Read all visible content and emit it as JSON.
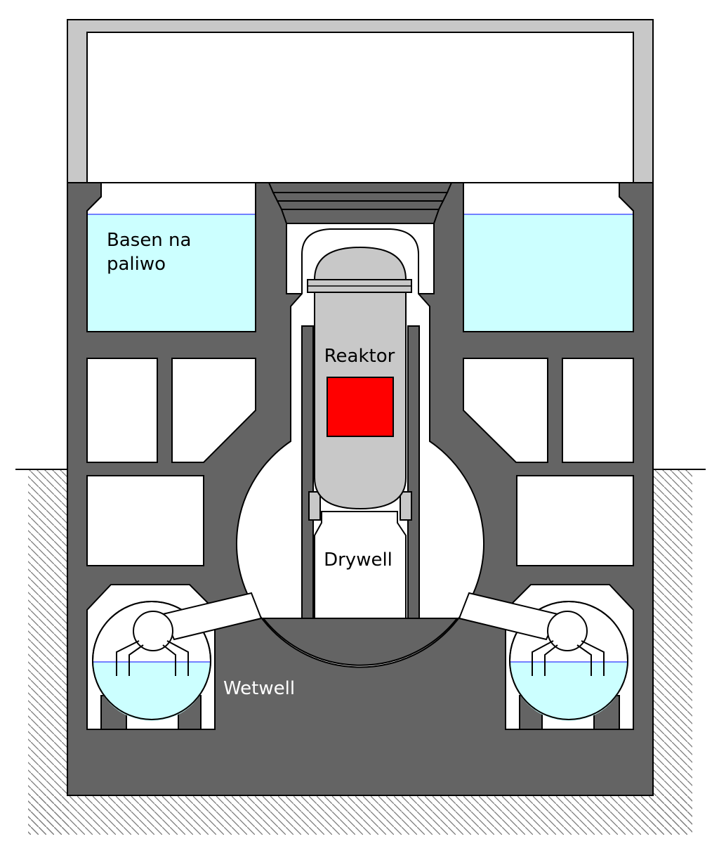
{
  "labels": {
    "fuel_pool": [
      "Basen na",
      "paliwo"
    ],
    "reactor": "Reaktor",
    "drywell": "Drywell",
    "wetwell": "Wetwell"
  },
  "colors": {
    "concrete": "#646464",
    "building": "#c8c8c8",
    "vessel": "#c8c8c8",
    "water": "#ccffff",
    "waterline": "#0000ff",
    "core": "#ff0000",
    "outline": "#000000",
    "hatch": "#7a7a7a",
    "label_dark": "#000000",
    "label_light": "#ffffff"
  }
}
